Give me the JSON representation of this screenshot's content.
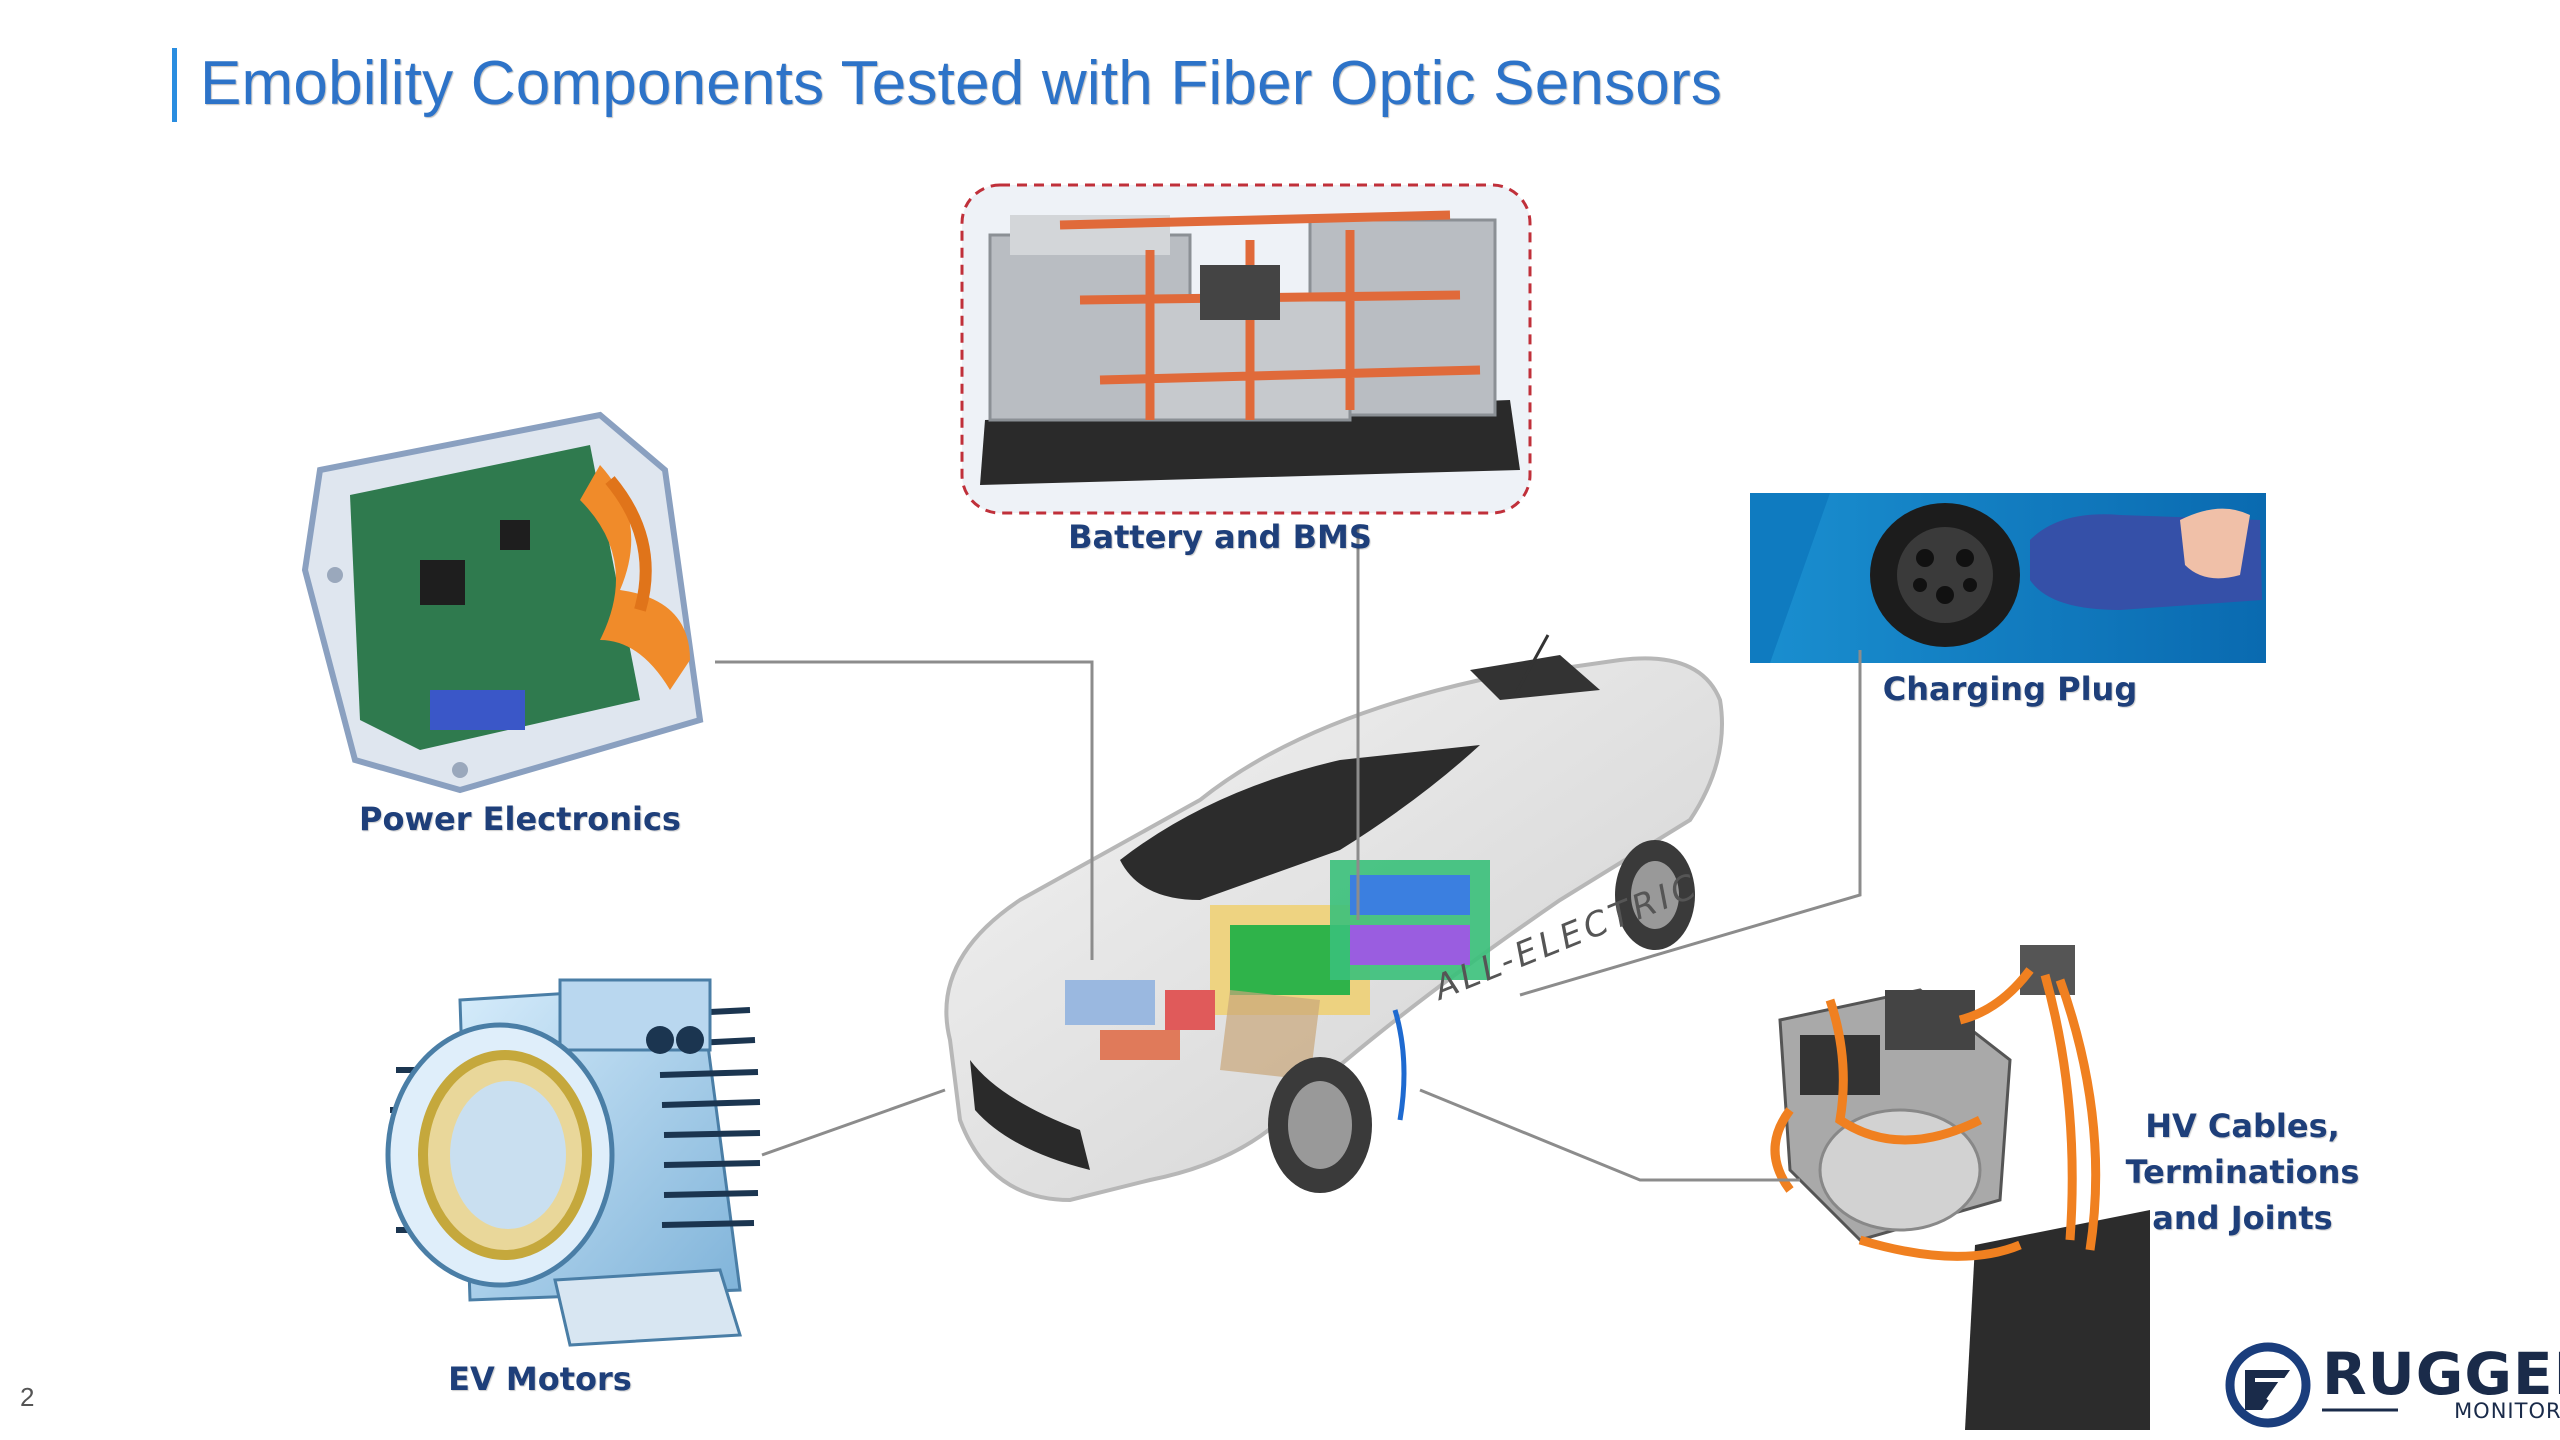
{
  "slide": {
    "title": "Emobility Components Tested with Fiber Optic Sensors",
    "page_number": "2"
  },
  "components": {
    "battery": "Battery and BMS",
    "charging": "Charging Plug",
    "power": "Power Electronics",
    "motors": "EV Motors",
    "cables": "HV Cables, Terminations and Joints"
  },
  "car": {
    "livery_text": "ALL-ELECTRIC"
  },
  "logo": {
    "name": "RUGGED",
    "sub": "MONITORING"
  },
  "colors": {
    "title": "#2d73c8",
    "label": "#1e3f7a",
    "accent_bar": "#2a8de0",
    "dashed_frame": "#c0303a",
    "cable_orange": "#f08020"
  }
}
